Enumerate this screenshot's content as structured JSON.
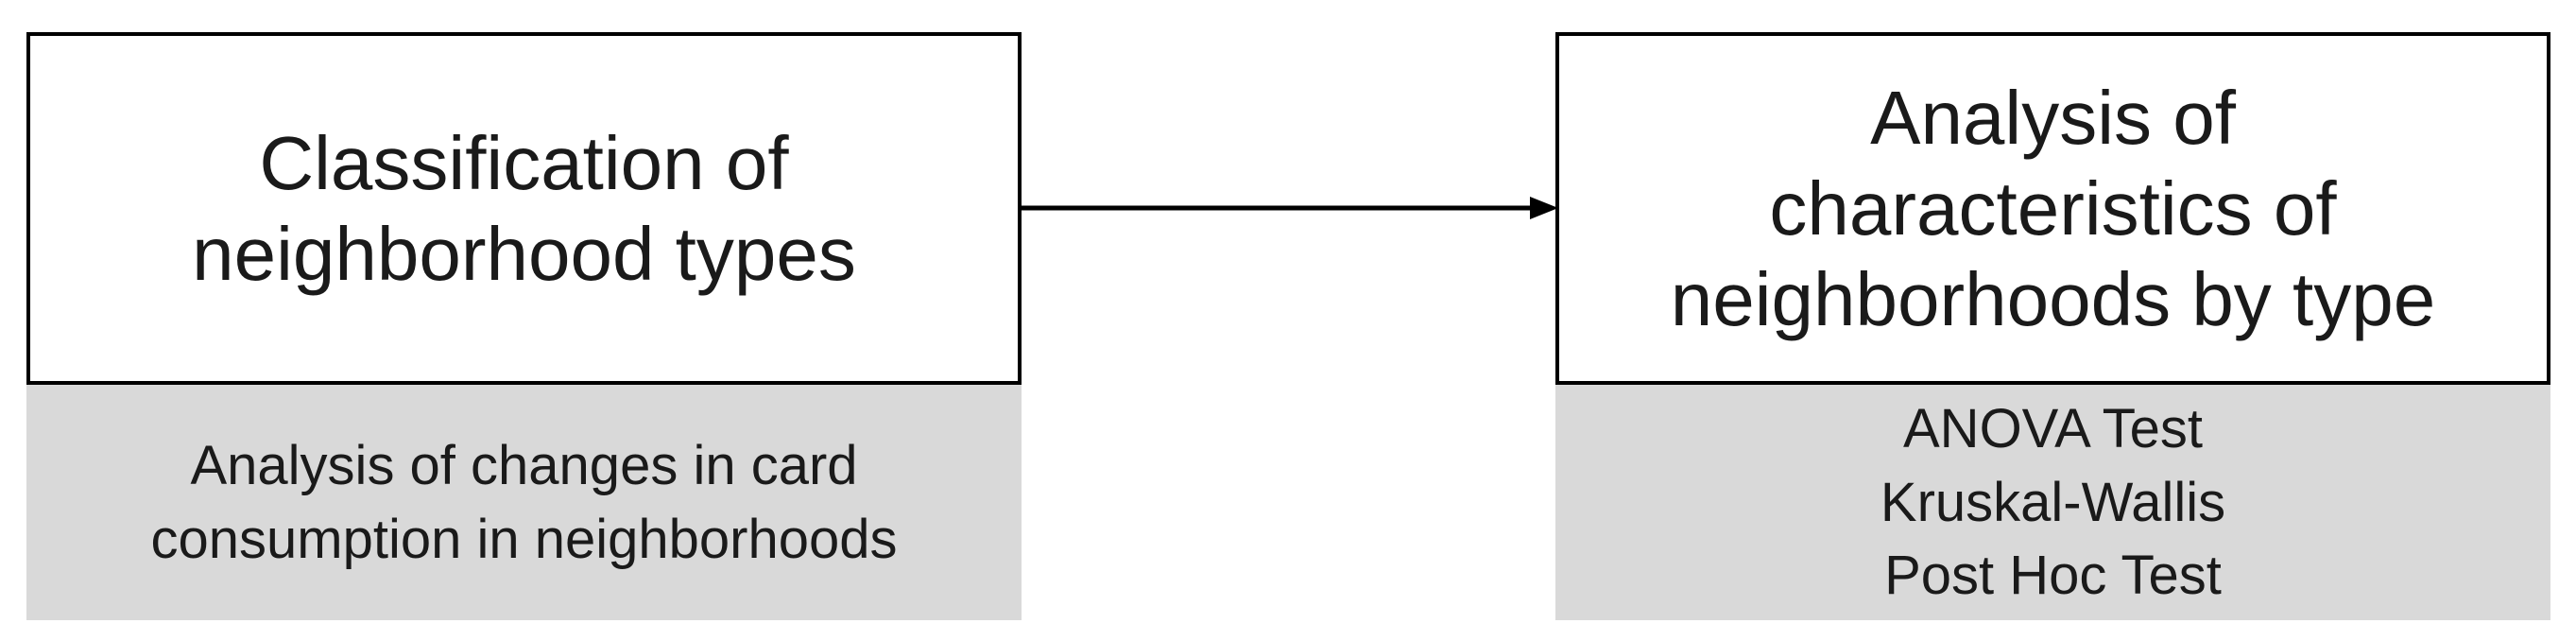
{
  "left_box": {
    "title": "Classification of\nneighborhood types",
    "sub_label": "Analysis of changes in card\nconsumption in neighborhoods"
  },
  "right_box": {
    "title": "Analysis of\ncharacteristics of\nneighborhoods by type",
    "sub_label": "ANOVA Test\nKruskal-Wallis\nPost Hoc Test"
  },
  "colors": {
    "box_border": "#000000",
    "sub_background": "#d9d9d9",
    "arrow": "#000000"
  }
}
